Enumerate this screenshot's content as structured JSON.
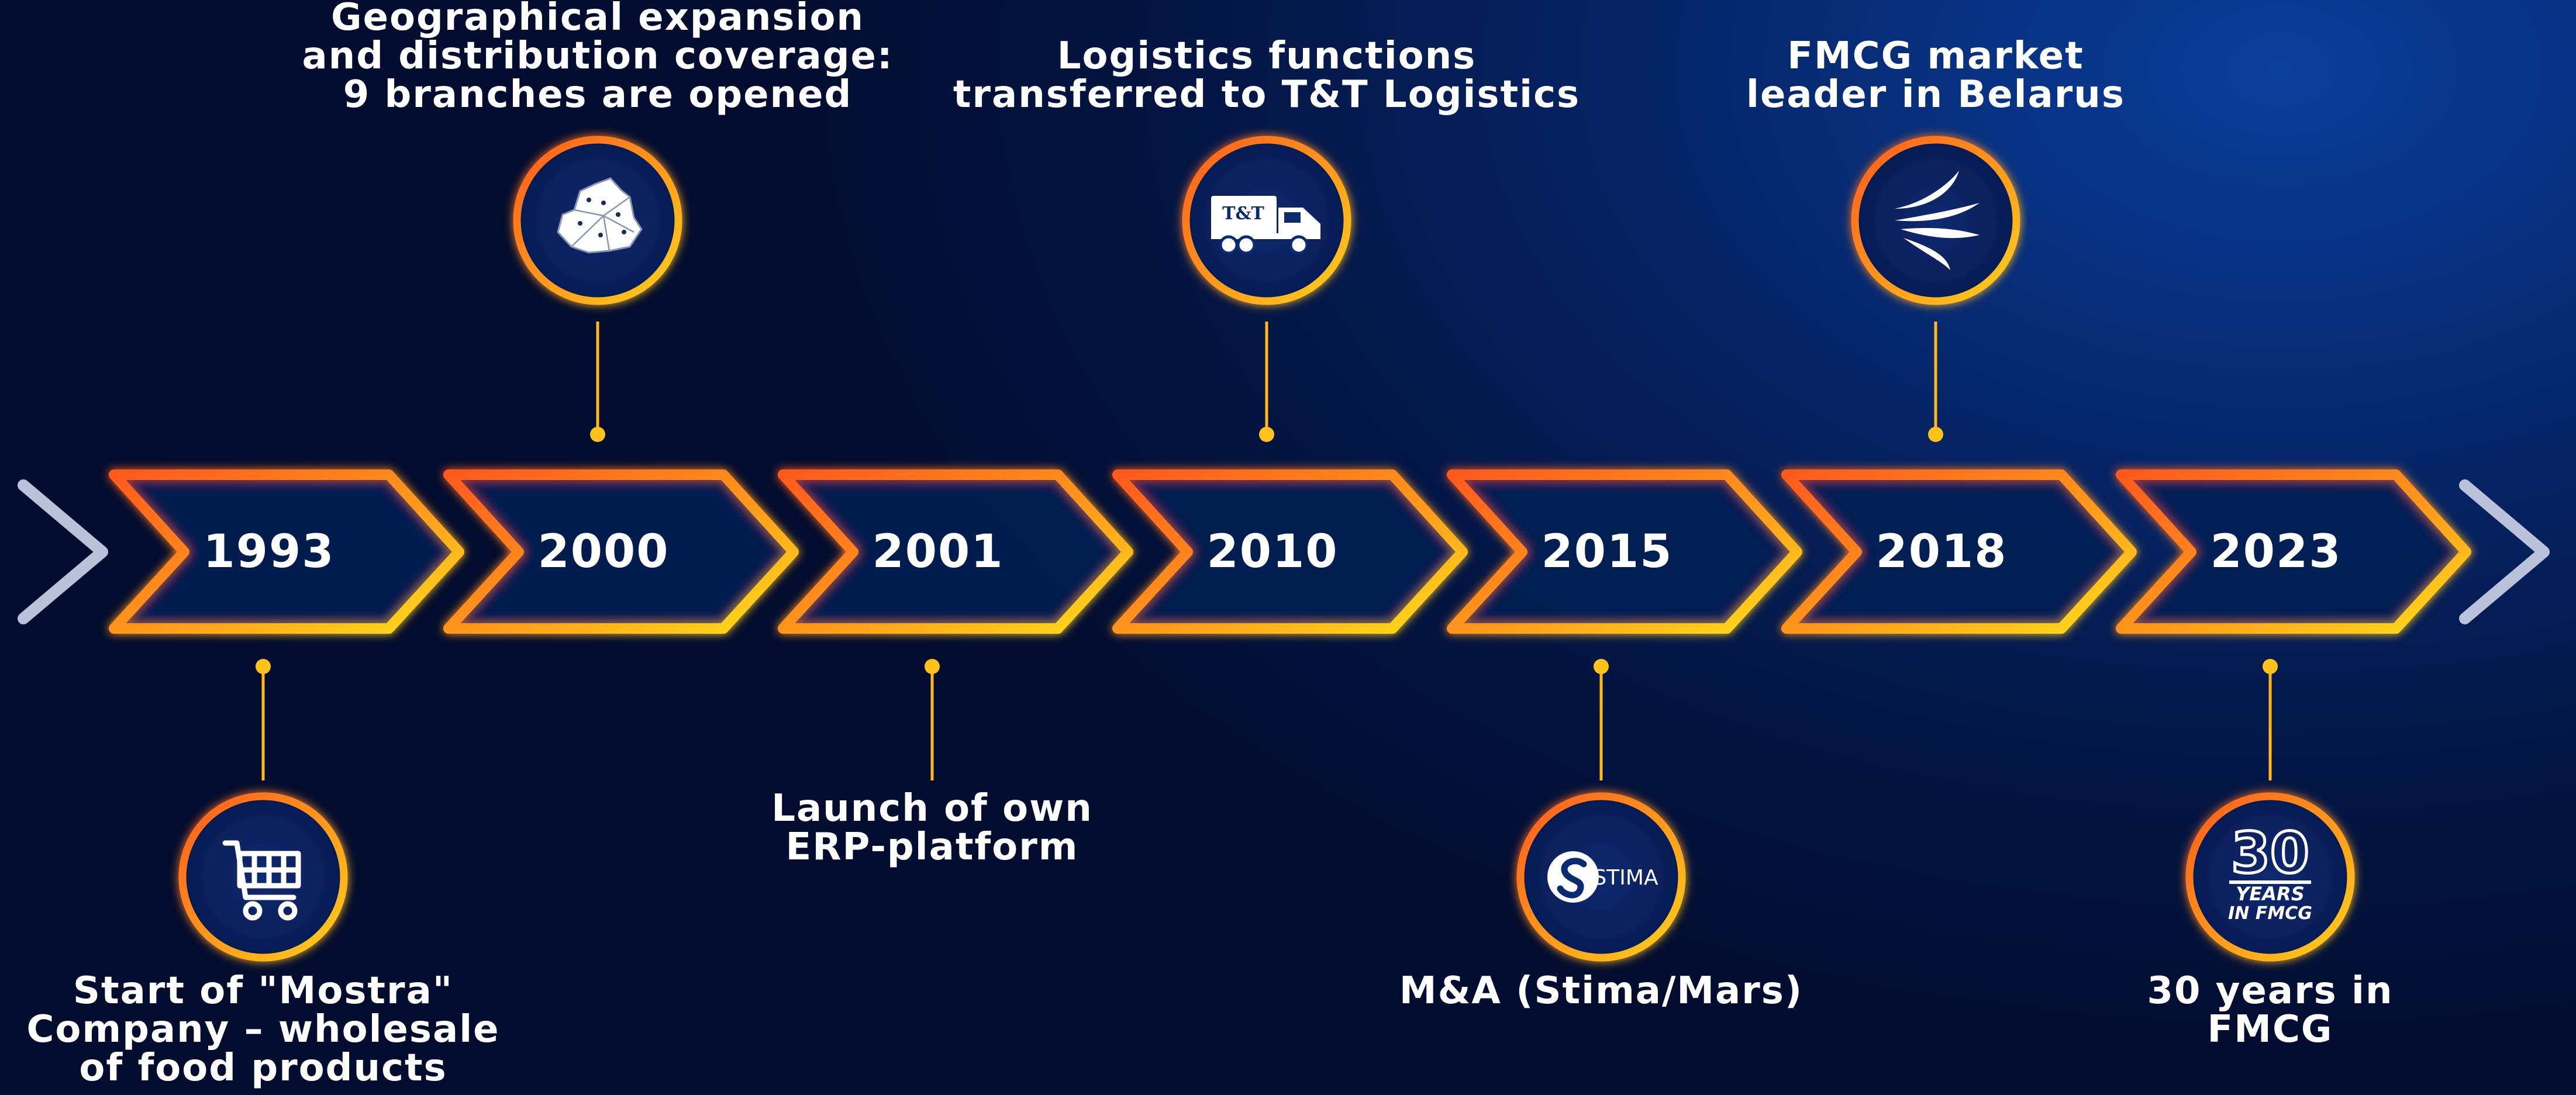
{
  "timeline": {
    "milestones": [
      {
        "year": "1993",
        "label": "Start of \"Mostra\"\nCompany – wholesale\nof food products",
        "position": "below",
        "icon": "shopping-cart-icon"
      },
      {
        "year": "2000",
        "label": "Geographical expansion\nand distribution coverage:\n9 branches are opened",
        "position": "above",
        "icon": "belarus-map-icon"
      },
      {
        "year": "2001",
        "label": "Launch of own\nERP-platform",
        "position": "below",
        "icon": ""
      },
      {
        "year": "2010",
        "label": "Logistics functions\ntransferred to T&T Logistics",
        "position": "above",
        "icon": "tt-truck-icon"
      },
      {
        "year": "2015",
        "label": "M&A (Stima/Mars)",
        "position": "below",
        "icon": "stima-logo-icon"
      },
      {
        "year": "2018",
        "label": "FMCG market\nleader in Belarus",
        "position": "above",
        "icon": "company-logo-icon"
      },
      {
        "year": "2023",
        "label": "30 years in FMCG",
        "position": "below",
        "icon": "30-years-badge-icon"
      }
    ]
  },
  "icon_text": {
    "truck_logo": "T&T",
    "stima": "STIMA",
    "badge_number": "30",
    "badge_years": "YEARS",
    "badge_fmcg": "IN FMCG"
  },
  "colors": {
    "background": "#04184a",
    "accent_orange": "#ff6a1a",
    "accent_yellow": "#ffd21a",
    "chevron_gray": "#b9c2d8",
    "text": "#ffffff"
  }
}
